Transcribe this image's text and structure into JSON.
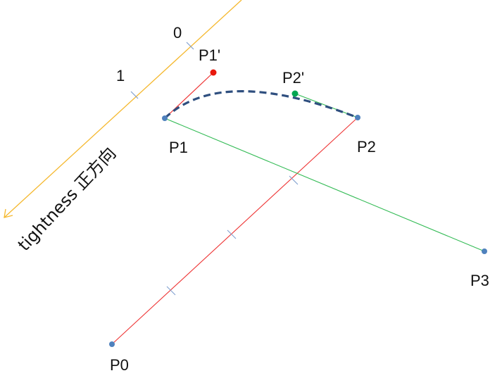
{
  "tightness_axis": {
    "caption": "tightness 正方向",
    "tick_start_label": "0",
    "tick_end_label": "1",
    "color": "#f5b82e"
  },
  "points": {
    "p0": "P0",
    "p1": "P1",
    "p2": "P2",
    "p3": "P3",
    "p1_prime": "P1'",
    "p2_prime": "P2'"
  },
  "colors": {
    "control_point": "#4f81bd",
    "p1_prime_point": "#e8180c",
    "p2_prime_point": "#00a651",
    "red_line": "#ee3333",
    "green_line": "#33bb55",
    "curve": "#2f4f7f",
    "tick_mark": "#7f9fcf"
  }
}
